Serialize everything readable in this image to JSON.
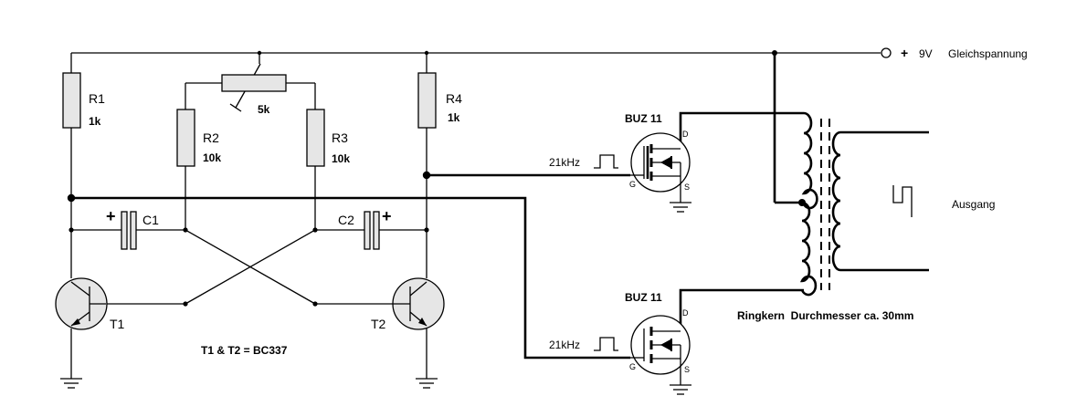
{
  "supply": {
    "plus": "+",
    "voltage": "9V",
    "description": "Gleichspannung"
  },
  "resistors": {
    "r1": {
      "name": "R1",
      "value": "1k"
    },
    "r2": {
      "name": "R2",
      "value": "10k"
    },
    "r3": {
      "name": "R3",
      "value": "10k"
    },
    "r4": {
      "name": "R4",
      "value": "1k"
    },
    "pot": {
      "value": "5k"
    }
  },
  "capacitors": {
    "c1": {
      "name": "C1",
      "polarity": "+"
    },
    "c2": {
      "name": "C2",
      "polarity": "+"
    }
  },
  "transistors": {
    "t1": {
      "name": "T1"
    },
    "t2": {
      "name": "T2"
    },
    "note": "T1 & T2 = BC337"
  },
  "mosfets": {
    "upper": {
      "name": "BUZ 11",
      "signal": "21kHz",
      "gate": "G",
      "drain": "D",
      "source": "S"
    },
    "lower": {
      "name": "BUZ 11",
      "signal": "21kHz",
      "gate": "G",
      "drain": "D",
      "source": "S"
    }
  },
  "transformer": {
    "core_note": "Ringkern  Durchmesser ca. 30mm",
    "output_label": "Ausgang"
  }
}
